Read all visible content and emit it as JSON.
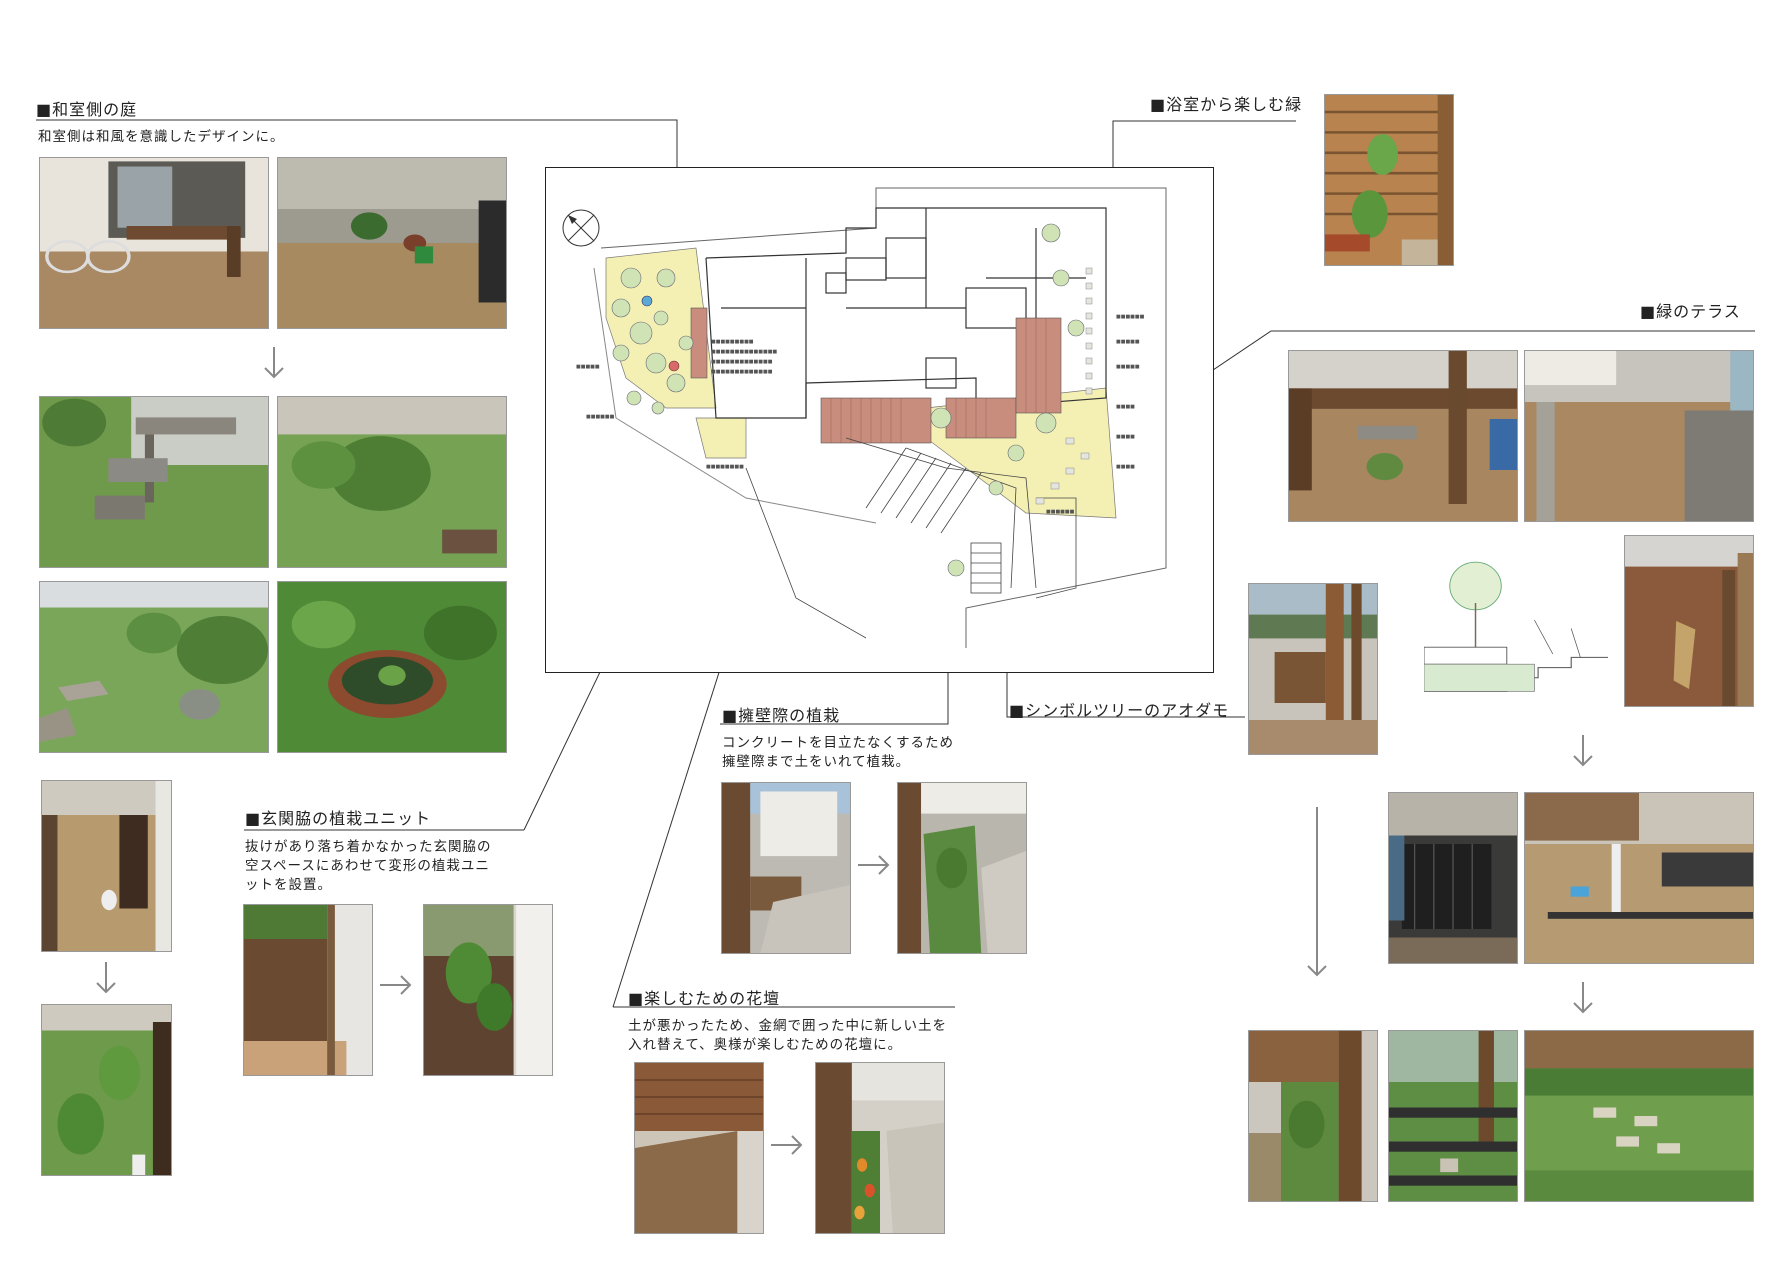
{
  "sections": {
    "washitsu": {
      "title": "■和室側の庭",
      "desc": [
        "和室側は和風を意識したデザインに。"
      ]
    },
    "yokushitsu": {
      "title": "■浴室から楽しむ緑"
    },
    "terrace": {
      "title": "■緑のテラス"
    },
    "symbol_tree": {
      "title": "■シンボルツリーのアオダモ"
    },
    "yoheki": {
      "title": "■擁壁際の植栽",
      "desc": [
        "コンクリートを目立たなくするため",
        "擁壁際まで土をいれて植栽。"
      ]
    },
    "genkan": {
      "title": "■玄関脇の植栽ユニット",
      "desc": [
        "抜けがあり落ち着かなかった玄関脇の",
        "空スペースにあわせて変形の植栽ユニ",
        "ットを設置。"
      ]
    },
    "kadan": {
      "title": "■楽しむための花壇",
      "desc": [
        "土が悪かったため、金網で囲った中に新しい土を",
        "入れ替えて、奥様が楽しむための花壇に。"
      ]
    }
  },
  "colors": {
    "accent_line": "#333333",
    "lawn": "#f4f0b4",
    "deck": "#c98d7d",
    "arrow": "#888888"
  },
  "icons": [
    "north-compass-icon",
    "arrow-down-icon",
    "arrow-right-icon"
  ]
}
